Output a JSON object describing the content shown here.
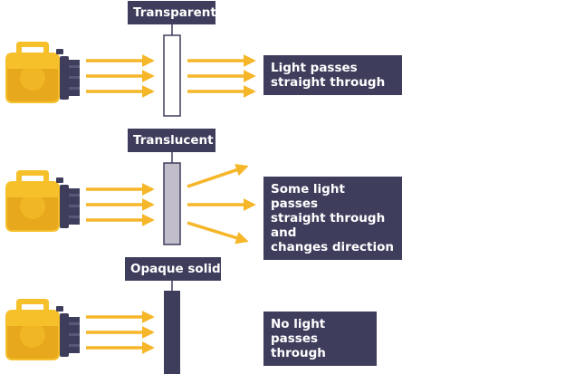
{
  "colors": {
    "torch_body": "#f6c02a",
    "torch_shade": "#e7a81d",
    "torch_dark": "#3f3d5c",
    "arrow": "#f6b629",
    "label_bg": "#3f3d5c",
    "label_text": "#ffffff",
    "translucent_fill": "#c2bdcb",
    "opaque_fill": "#3f3d5c",
    "transparent_fill": "#ffffff"
  },
  "rows": [
    {
      "material_label": "Transparent",
      "material_icon": "transparent-block",
      "description_lines": [
        "Light passes",
        "straight through"
      ]
    },
    {
      "material_label": "Translucent",
      "material_icon": "translucent-block",
      "description_lines": [
        "Some light passes",
        "straight through and",
        "changes direction"
      ]
    },
    {
      "material_label": "Opaque solid",
      "material_icon": "opaque-block",
      "description_lines": [
        "No light passes",
        "through"
      ]
    }
  ]
}
